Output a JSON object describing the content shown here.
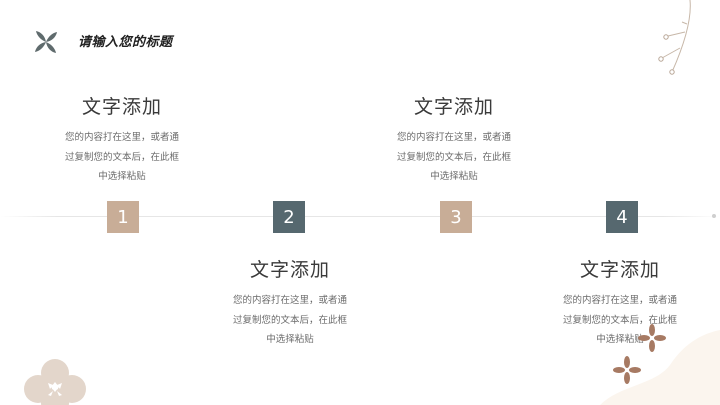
{
  "slide": {
    "title": "请输入您的标题"
  },
  "steps": [
    {
      "number": "1",
      "heading": "文字添加",
      "body_lines": [
        "您的内容打在这里，或者通",
        "过复制您的文本后，在此框",
        "中选择粘贴"
      ]
    },
    {
      "number": "2",
      "heading": "文字添加",
      "body_lines": [
        "您的内容打在这里，或者通",
        "过复制您的文本后，在此框",
        "中选择粘贴"
      ]
    },
    {
      "number": "3",
      "heading": "文字添加",
      "body_lines": [
        "您的内容打在这里，或者通",
        "过复制您的文本后，在此框",
        "中选择粘贴"
      ]
    },
    {
      "number": "4",
      "heading": "文字添加",
      "body_lines": [
        "您的内容打在这里，或者通",
        "过复制您的文本后，在此框",
        "中选择粘贴"
      ]
    }
  ],
  "colors": {
    "tan": "#c8ad97",
    "slate": "#56686f",
    "flower_brown": "#a77a63",
    "logo_gray": "#5f6b6d"
  },
  "icons": {
    "logo": "four-petal-flower-icon",
    "top_right": "branch-icon",
    "bottom_left": "clover-flower-icon",
    "bottom_right": "small-flowers-icon"
  }
}
